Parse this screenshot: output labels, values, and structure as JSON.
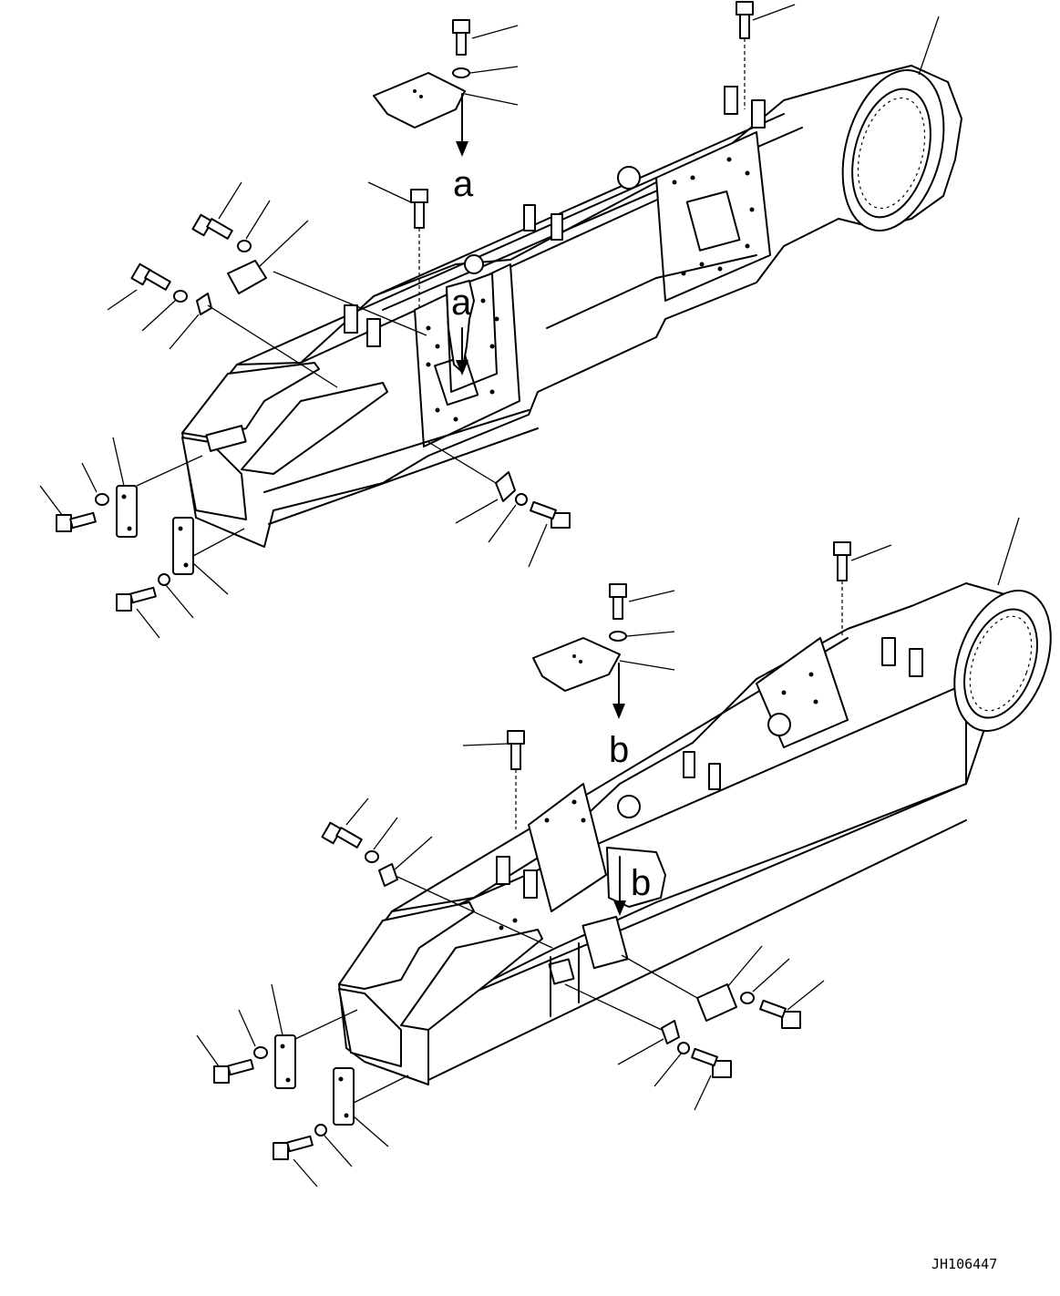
{
  "labels": {
    "view_a_arrow_top": "a",
    "view_a_window": "a",
    "view_b_arrow_top": "b",
    "view_b_window": "b"
  },
  "drawing_code": "JH106447"
}
